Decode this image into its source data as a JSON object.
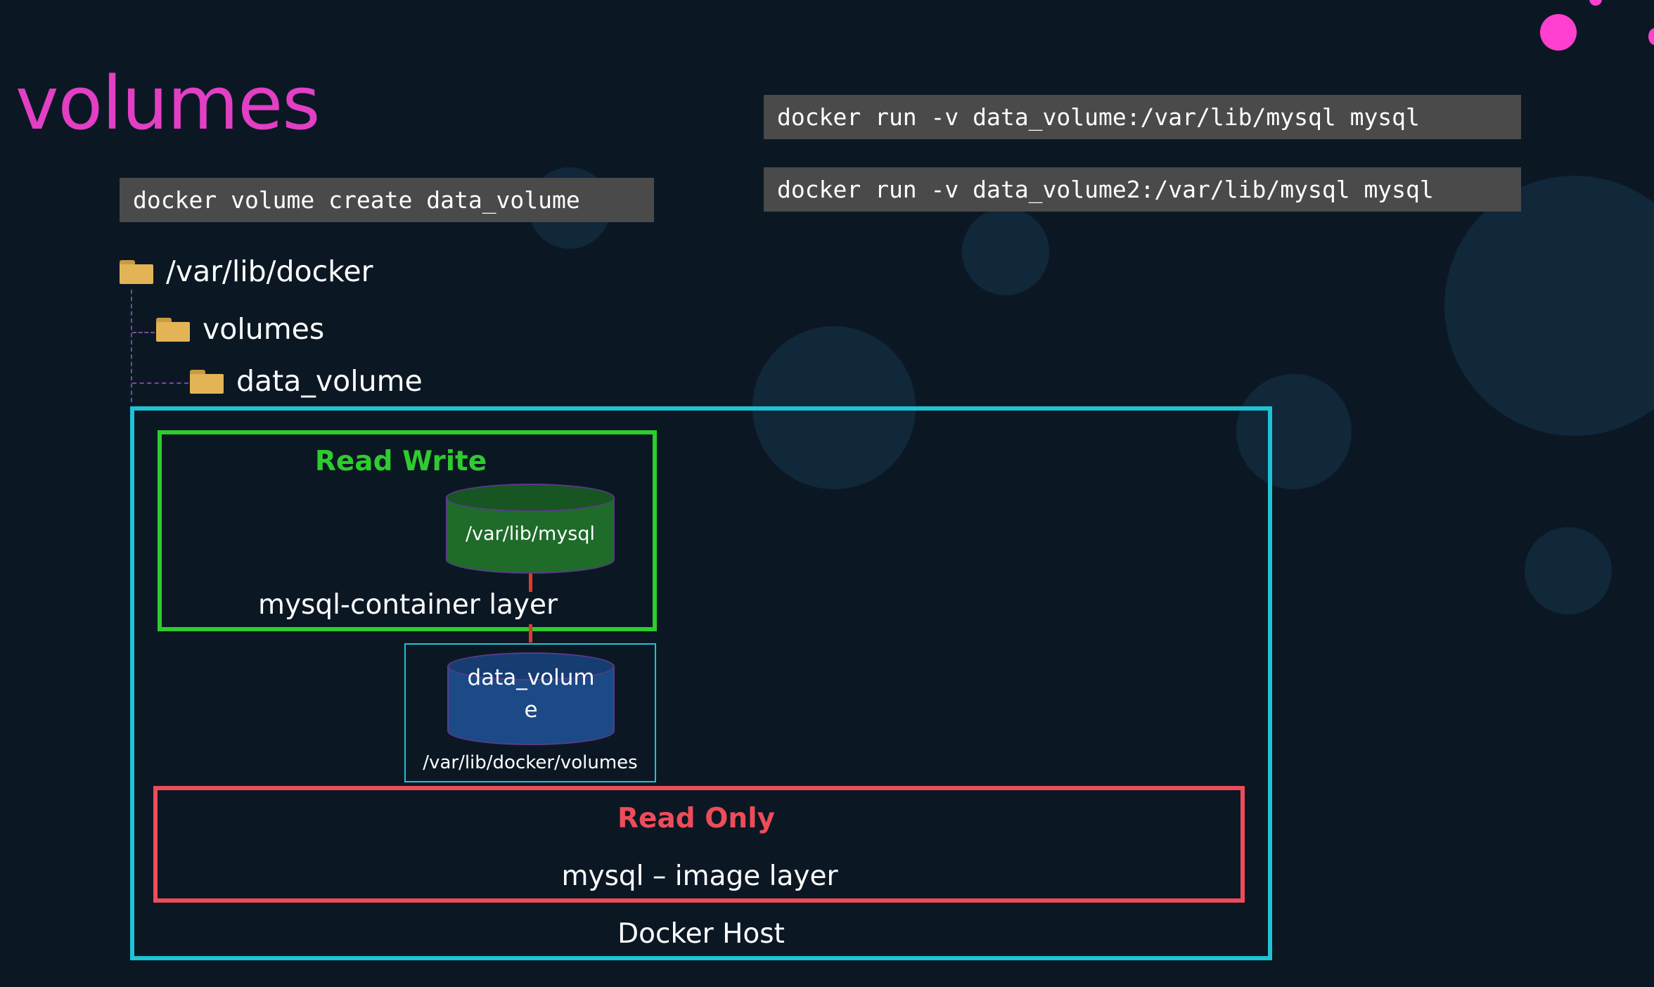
{
  "title": "volumes",
  "commands": {
    "create": "docker volume create data_volume",
    "run1": "docker run -v data_volume:/var/lib/mysql mysql",
    "run2": "docker run -v data_volume2:/var/lib/mysql mysql"
  },
  "tree": {
    "root": "/var/lib/docker",
    "child": "volumes",
    "grandchild": "data_volume"
  },
  "diagram": {
    "read_write_label": "Read Write",
    "container_cylinder": "/var/lib/mysql",
    "container_layer": "mysql-container layer",
    "volume_cylinder_line1": "data_volum",
    "volume_cylinder_line2": "e",
    "volume_path": "/var/lib/docker/volumes",
    "read_only_label": "Read Only",
    "image_layer": "mysql – image layer",
    "host_label": "Docker Host"
  },
  "colors": {
    "title": "#e23fc4",
    "host_border": "#1fc3d3",
    "read_write": "#2ecc2e",
    "read_only": "#ee4c5a",
    "command_bg": "#4a4a4a",
    "folder": "#e3b456"
  }
}
